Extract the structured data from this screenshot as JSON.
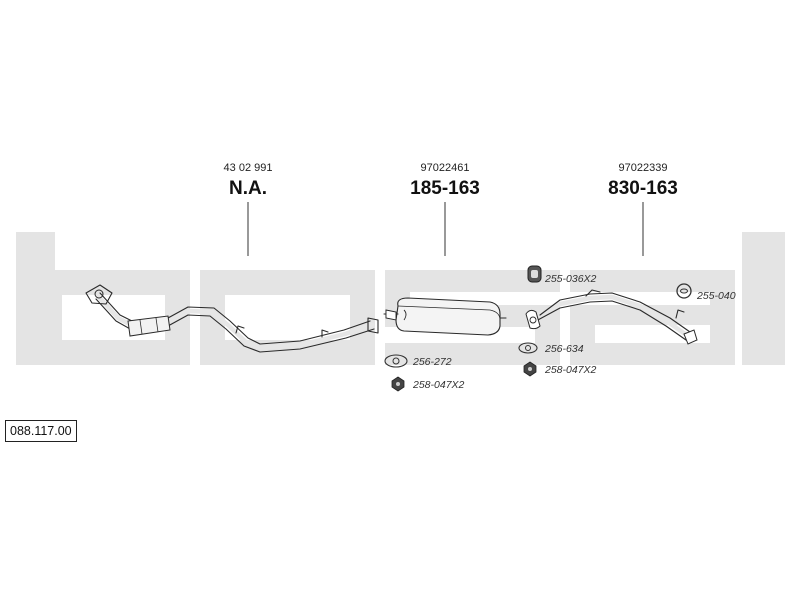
{
  "watermark": {
    "text": "bosal",
    "color": "#e4e4e4"
  },
  "reference": "088.117.00",
  "sections": [
    {
      "code": "43 02 991",
      "number": "N.A."
    },
    {
      "code": "97022461",
      "number": "185-163"
    },
    {
      "code": "97022339",
      "number": "830-163"
    }
  ],
  "parts": [
    {
      "label": "255-036X2",
      "icon": "rubber-hanger-icon"
    },
    {
      "label": "255-040",
      "icon": "rubber-ring-icon"
    },
    {
      "label": "256-272",
      "icon": "gasket-icon"
    },
    {
      "label": "258-047X2",
      "icon": "nut-icon"
    },
    {
      "label": "256-634",
      "icon": "gasket-icon"
    },
    {
      "label": "258-047X2",
      "icon": "nut-icon"
    }
  ]
}
